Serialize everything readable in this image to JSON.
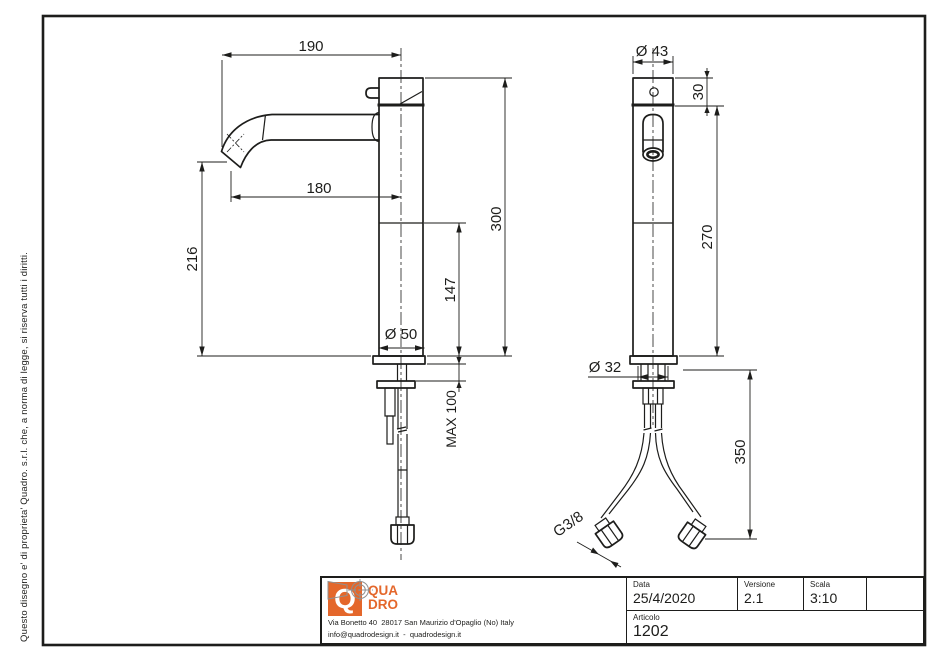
{
  "colors": {
    "line": "#1d1d1b",
    "accent_orange": "#e4672b",
    "symbol_gray": "#909090"
  },
  "copyright_note": "Questo disegno e' di proprieta' Quadro. s.r.l. che, a norma di legge, si riserva tutti i diritti.",
  "views": {
    "side": {
      "dims": {
        "spout_reach_top": "190",
        "spout_reach_outlet": "180",
        "outlet_height": "216",
        "lower_body_height": "147",
        "total_height": "300",
        "base_diameter": "Ø 50",
        "max_deck": "MAX 100"
      }
    },
    "front": {
      "dims": {
        "body_diameter": "Ø 43",
        "cap_height": "30",
        "height_above_deck": "270",
        "shank_diameter": "Ø 32",
        "hose_length": "350",
        "thread": "G3/8"
      }
    }
  },
  "title_block": {
    "logo": {
      "monogram": "Q",
      "word_top": "QUA",
      "word_bottom": "DRO"
    },
    "address_line1": "Via Bonetto 40  28017 San Maurizio d'Opaglio (No) Italy",
    "address_line2": "info@quadrodesign.it  -  quadrodesign.it",
    "date_label": "Data",
    "date_value": "25/4/2020",
    "version_label": "Versione",
    "version_value": "2.1",
    "scale_label": "Scala",
    "scale_value": "3:10",
    "article_label": "Articolo",
    "article_value": "1202"
  }
}
